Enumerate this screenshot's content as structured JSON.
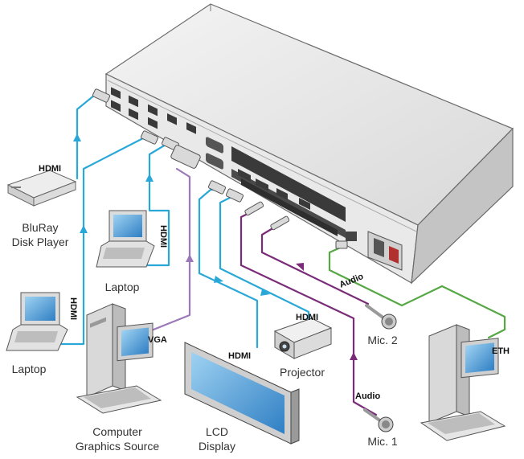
{
  "colors": {
    "hdmi": "#29a8d8",
    "vga": "#9b78b8",
    "audio": "#7a2c78",
    "ethernet": "#56a845",
    "device_body": "#e4e4e4",
    "device_edge": "#555555"
  },
  "devices": {
    "bluray": {
      "line1": "BluRay",
      "line2": "Disk Player"
    },
    "laptop_left": {
      "label": "Laptop"
    },
    "laptop_right": {
      "label": "Laptop"
    },
    "computer_source": {
      "line1": "Computer",
      "line2": "Graphics Source"
    },
    "lcd": {
      "line1": "LCD",
      "line2": "Display"
    },
    "projector": {
      "label": "Projector"
    },
    "mic1": {
      "label": "Mic. 1"
    },
    "mic2": {
      "label": "Mic. 2"
    }
  },
  "connections": {
    "bluray_hdmi": "HDMI",
    "laptop_left_hdmi": "HDMI",
    "laptop_right_hdmi": "HDMI",
    "computer_vga": "VGA",
    "lcd_hdmi": "HDMI",
    "projector_hdmi": "HDMI",
    "mic2_audio": "Audio",
    "mic1_audio": "Audio",
    "pc_eth": "ETH"
  }
}
